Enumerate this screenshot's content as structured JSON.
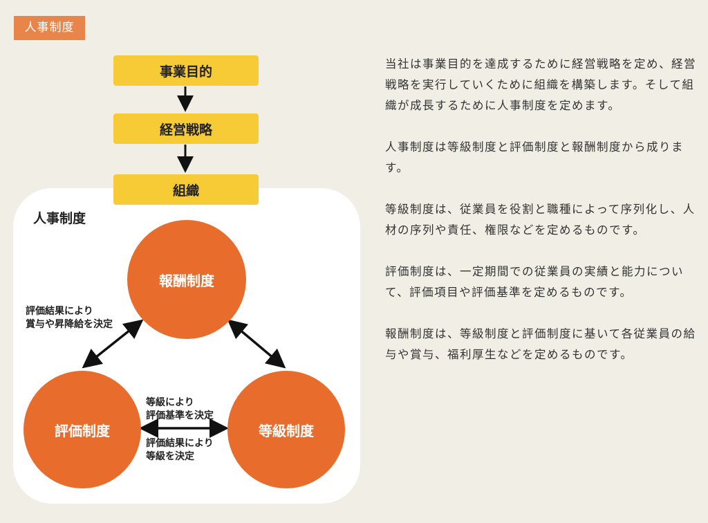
{
  "tag": {
    "label": "人事制度"
  },
  "diagram": {
    "flow": [
      "事業目的",
      "経営戦略",
      "組織"
    ],
    "panel_title": "人事制度",
    "circles": {
      "top": "報酬制度",
      "left": "評価制度",
      "right": "等級制度"
    },
    "notes": {
      "left_line1": "評価結果により",
      "left_line2": "賞与や昇降給を決定",
      "bottom_top_line1": "等級により",
      "bottom_top_line2": "評価基準を決定",
      "bottom_bottom_line1": "評価結果により",
      "bottom_bottom_line2": "等級を決定"
    },
    "colors": {
      "yellow": "#f6cb35",
      "orange": "#e86c2c",
      "tag": "#e8854b"
    }
  },
  "text": {
    "paragraphs": [
      "当社は事業目的を達成するために経営戦略を定め、経営戦略を実行していくために組織を構築します。そして組織が成長するために人事制度を定めます。",
      "人事制度は等級制度と評価制度と報酬制度から成ります。",
      "等級制度は、従業員を役割と職種によって序列化し、人材の序列や責任、権限などを定めるものです。",
      "評価制度は、一定期間での従業員の実績と能力について、評価項目や評価基準を定めるものです。",
      "報酬制度は、等級制度と評価制度に基いて各従業員の給与や賞与、福利厚生などを定めるものです。"
    ]
  }
}
